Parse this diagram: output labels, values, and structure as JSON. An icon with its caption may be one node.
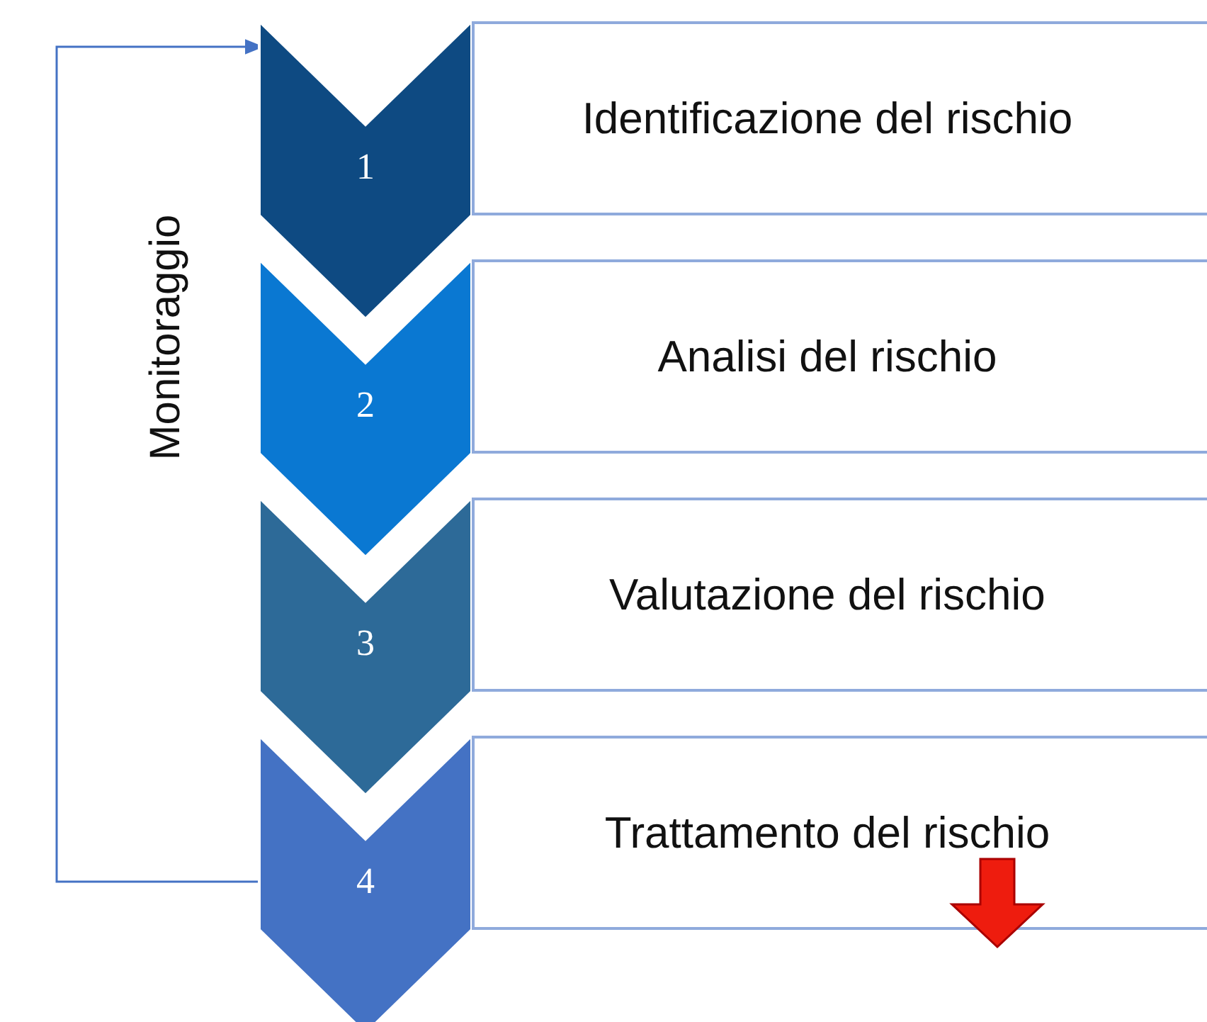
{
  "diagram": {
    "nodes": [
      {
        "text": [
          "1"
        ]
      },
      {
        "text": [
          "Identificazione del rischio"
        ]
      },
      {
        "text": [
          "2"
        ]
      },
      {
        "text": [
          "Analisi del rischio"
        ]
      },
      {
        "text": [
          "3"
        ]
      },
      {
        "text": [
          "Valutazione del rischio"
        ]
      },
      {
        "text": [
          "4"
        ]
      },
      {
        "text": [
          "Trattamento del rischio"
        ]
      }
    ],
    "edges": [
      {
        "from": 6,
        "to": 0,
        "arrow": "to",
        "label": "Monitoraggio"
      }
    ]
  }
}
